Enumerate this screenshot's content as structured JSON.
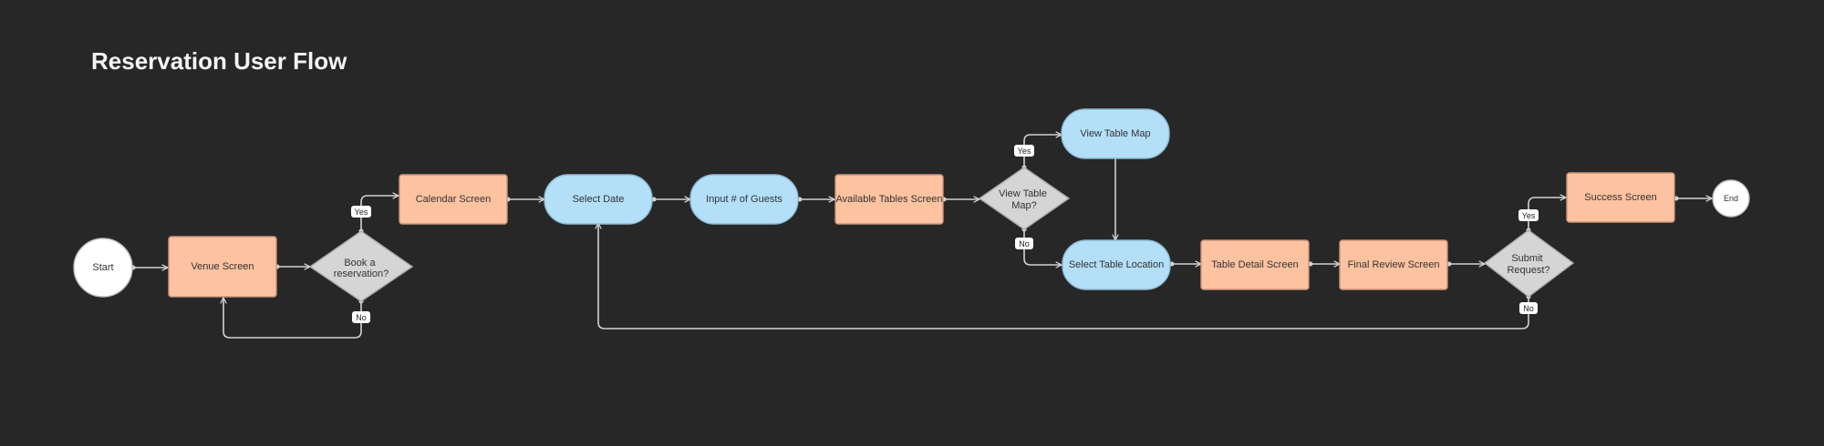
{
  "title": "Reservation User Flow",
  "nodes": {
    "start": "Start",
    "venue": "Venue Screen",
    "book": [
      "Book a",
      "reservation?"
    ],
    "calendar": "Calendar Screen",
    "select_date": "Select Date",
    "guests": "Input # of Guests",
    "available": "Available Tables Screen",
    "view_map_q": [
      "View Table",
      "Map?"
    ],
    "view_map": "View Table Map",
    "select_location": "Select Table Location",
    "detail": "Table Detail Screen",
    "review": "Final Review Screen",
    "submit_q": [
      "Submit",
      "Request?"
    ],
    "success": "Success Screen",
    "end": "End"
  },
  "edge_labels": {
    "book_yes": "Yes",
    "book_no": "No",
    "map_yes": "Yes",
    "map_no": "No",
    "submit_yes": "Yes",
    "submit_no": "No"
  },
  "colors": {
    "background": "#272727",
    "screen_node": "#fdc2a0",
    "action_node": "#b3dff8",
    "decision_node": "#d5d5d5",
    "terminal_node": "#ffffff",
    "connector": "#d2d2d2"
  }
}
